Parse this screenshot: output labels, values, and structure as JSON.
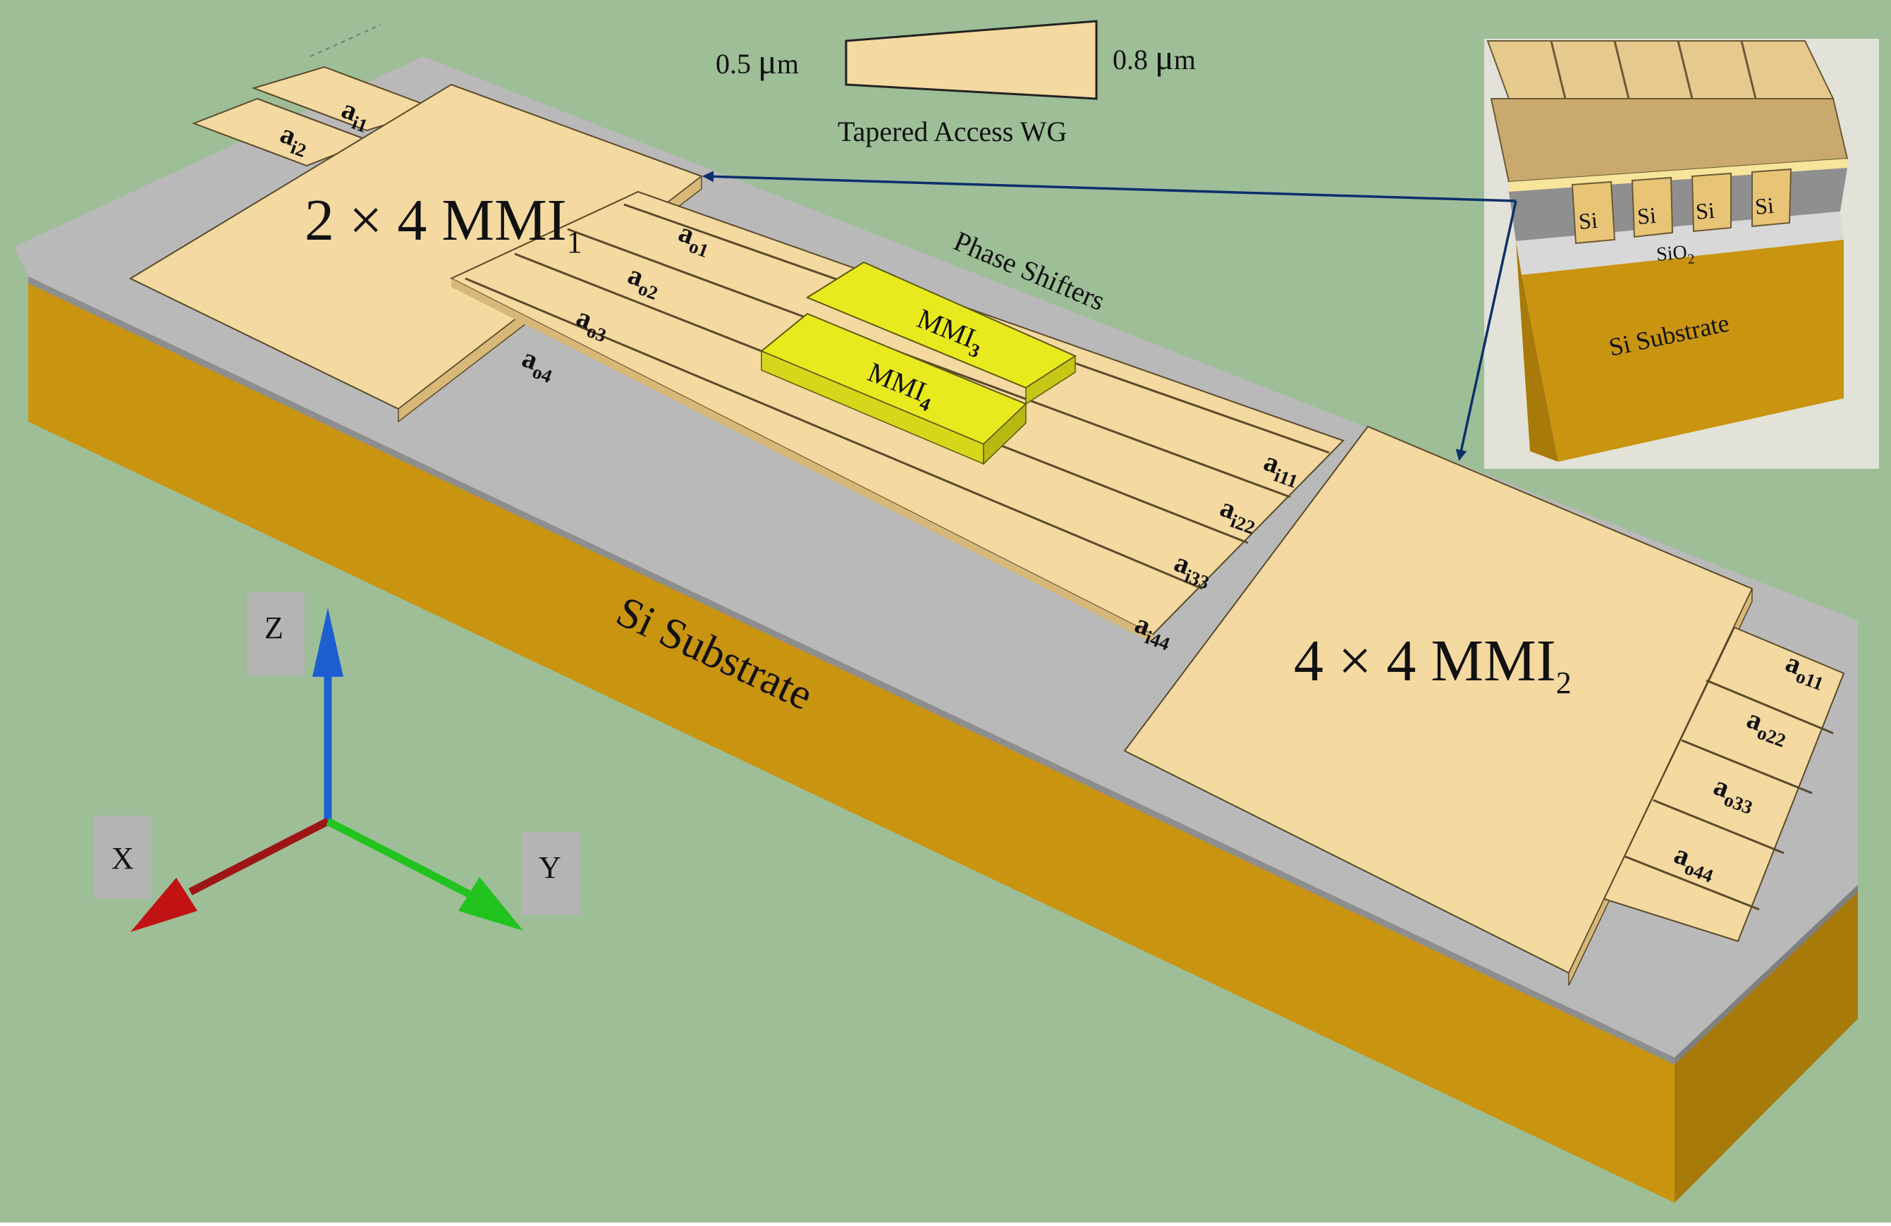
{
  "colors": {
    "background": "#9dbe97",
    "silicon_top": "#f4d9a0",
    "silicon_side": "#d7b878",
    "substrate": "#c99410",
    "oxide": "#b9b9b9",
    "mmi_yellow": "#e9ea1d",
    "arrow": "#0d2f6b",
    "axis_x": "#c11313",
    "axis_y": "#22c31e",
    "axis_z": "#1d5fd1"
  },
  "taper": {
    "left_width": "0.5",
    "right_width": "0.8",
    "unit": "μm",
    "unit_suffix": "m",
    "unit_mu": "μ",
    "caption": "Tapered Access WG"
  },
  "mmi1": {
    "prefix": "2 × 4 MMI",
    "index": "1"
  },
  "mmi2": {
    "prefix": "4 × 4 MMI",
    "index": "2"
  },
  "mmi3": {
    "prefix": "MMI",
    "index": "3"
  },
  "mmi4": {
    "prefix": "MMI",
    "index": "4"
  },
  "phase_shifters": "Phase Shifters",
  "substrate_label": "Si Substrate",
  "port_letter": "a",
  "ports": {
    "in_mmi1": [
      "i1",
      "i2"
    ],
    "out_mmi1": [
      "o1",
      "o2",
      "o3",
      "o4"
    ],
    "in_mmi2": [
      "i11",
      "i22",
      "i33",
      "i44"
    ],
    "out_mmi2": [
      "o11",
      "o22",
      "o33",
      "o44"
    ]
  },
  "inset": {
    "si_label": "Si",
    "oxide_label": "SiO",
    "oxide_index": "2",
    "substrate_label": "Si Substrate"
  },
  "axes": {
    "x": "X",
    "y": "Y",
    "z": "Z"
  }
}
